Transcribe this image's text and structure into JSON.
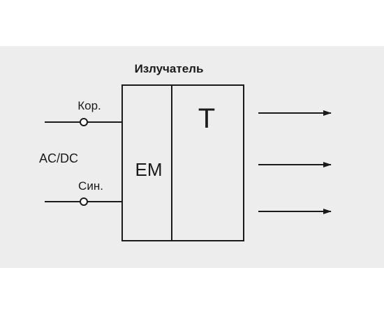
{
  "diagram": {
    "title": "Излучатель",
    "block_em_label": "EM",
    "block_t_label": "T",
    "input_top_label": "Кор.",
    "input_bottom_label": "Син.",
    "supply_label": "AC/DC"
  },
  "colors": {
    "background": "#ffffff",
    "panel": "#ededed",
    "stroke": "#1a1a1a"
  }
}
